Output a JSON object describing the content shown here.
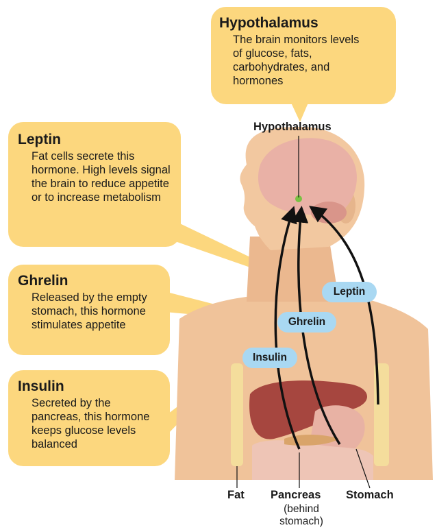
{
  "callouts": {
    "hypothalamus": {
      "title": "Hypothalamus",
      "body": "The brain monitors levels of glucose, fats, carbohydrates, and hormones"
    },
    "leptin": {
      "title": "Leptin",
      "body": "Fat cells secrete this hormone. High levels signal the brain to reduce appetite or to increase metabolism"
    },
    "ghrelin": {
      "title": "Ghrelin",
      "body": "Released by the empty stomach, this hormone stimulates appetite"
    },
    "insulin": {
      "title": "Insulin",
      "body": "Secreted by the pancreas, this hormone keeps glucose levels balanced"
    }
  },
  "pills": {
    "leptin": "Leptin",
    "ghrelin": "Ghrelin",
    "insulin": "Insulin"
  },
  "labels": {
    "hypothalamus": "Hypothalamus",
    "fat": "Fat",
    "pancreas": "Pancreas",
    "pancreas_note": "(behind stomach)",
    "stomach": "Stomach"
  },
  "colors": {
    "callout_bg": "#fcd77e",
    "pill_bg": "#a9d8f2",
    "skin": "#f0c39a",
    "arrow": "#111111"
  }
}
